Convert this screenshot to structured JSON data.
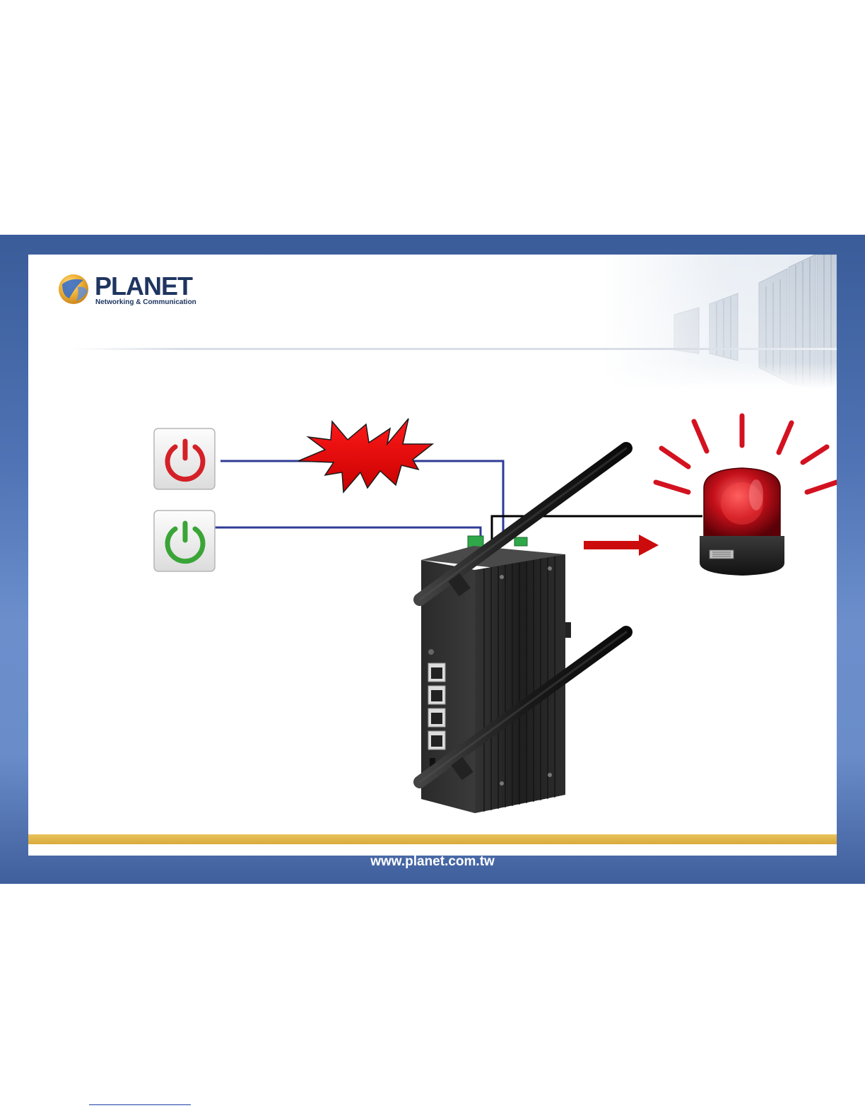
{
  "brand": {
    "name": "PLANET",
    "tagline": "Networking & Communication"
  },
  "footer": {
    "url": "www.planet.com.tw"
  },
  "diagram": {
    "power_off_button": {
      "icon": "power-icon",
      "color": "#d42027"
    },
    "power_on_button": {
      "icon": "power-icon",
      "color": "#3aa537"
    },
    "fault_burst": {
      "icon": "explosion-icon",
      "color": "#e00000"
    },
    "device": {
      "icon": "industrial-access-point-icon"
    },
    "alarm_light": {
      "icon": "rotating-beacon-icon",
      "color": "#c0101a"
    },
    "signal_arrow": {
      "icon": "arrow-right-icon",
      "color": "#cc0c0c"
    },
    "wire_color": "#2f3b96",
    "relay_wire_color": "#000000"
  },
  "colors": {
    "frame": "#4a6cad",
    "gold": "#d9a93a",
    "logo": "#1f3560"
  }
}
